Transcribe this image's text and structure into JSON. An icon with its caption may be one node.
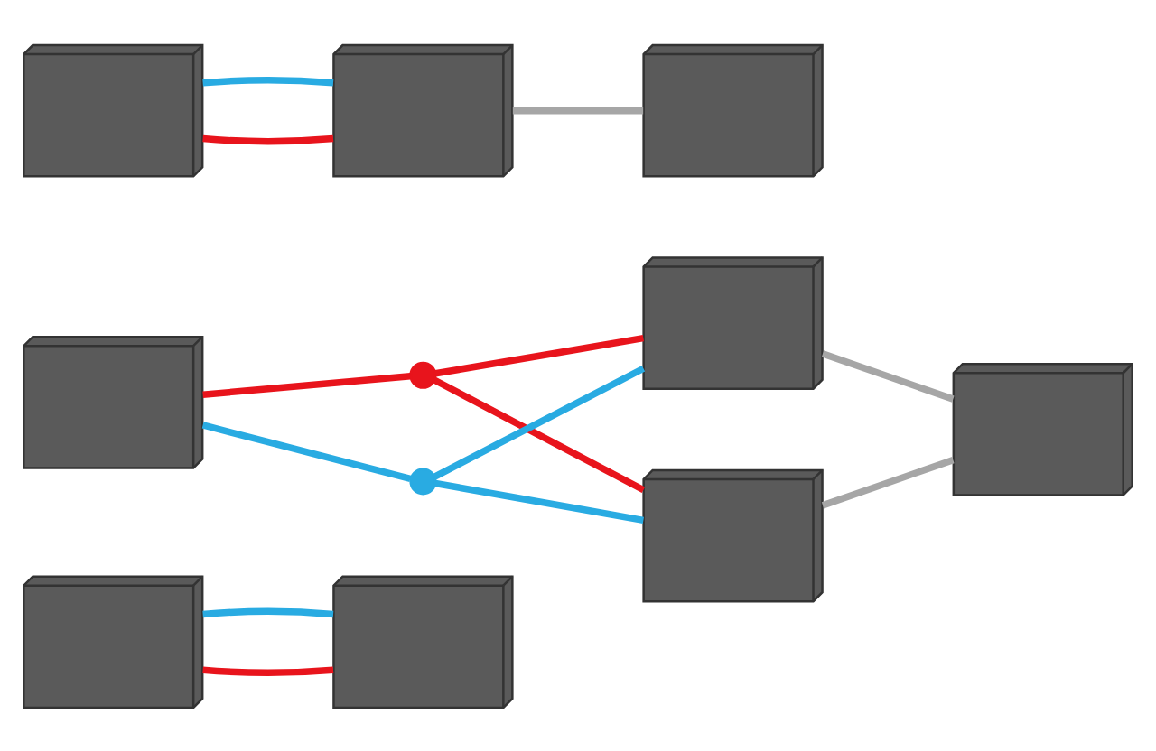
{
  "diagram": {
    "nodes": [
      {
        "text": [],
        "shape": "picture"
      },
      {
        "text": [],
        "shape": "picture"
      },
      {
        "text": [],
        "shape": "picture"
      },
      {
        "text": [],
        "shape": "circle"
      },
      {
        "text": [],
        "shape": "picture"
      },
      {
        "text": [],
        "shape": "picture"
      },
      {
        "text": [],
        "shape": "circle"
      },
      {
        "text": [],
        "shape": "picture"
      },
      {
        "text": [],
        "shape": "picture"
      },
      {
        "text": [],
        "shape": "picture"
      },
      {
        "text": [],
        "shape": "picture"
      }
    ],
    "edges": [
      {
        "from": 0,
        "to": 1,
        "arrow": "none",
        "color": "#e8141c"
      },
      {
        "from": 0,
        "to": 1,
        "arrow": "none",
        "color": "#29abe2"
      },
      {
        "from": 2,
        "to": 3,
        "arrow": "none",
        "color": "#e8141c"
      },
      {
        "from": 3,
        "to": 4,
        "arrow": "none",
        "color": "#e8141c"
      },
      {
        "from": 3,
        "to": 5,
        "arrow": "none",
        "color": "#e8141c"
      },
      {
        "from": 2,
        "to": 6,
        "arrow": "none",
        "color": "#29abe2"
      },
      {
        "from": 6,
        "to": 5,
        "arrow": "none",
        "color": "#29abe2"
      },
      {
        "from": 6,
        "to": 4,
        "arrow": "none",
        "color": "#29abe2"
      },
      {
        "from": 4,
        "to": 7,
        "arrow": "none",
        "color": "#a6a6a6"
      },
      {
        "from": 5,
        "to": 7,
        "arrow": "none",
        "color": "#a6a6a6"
      },
      {
        "from": 8,
        "to": 9,
        "arrow": "none",
        "color": "#e8141c"
      },
      {
        "from": 8,
        "to": 9,
        "arrow": "none",
        "color": "#29abe2"
      },
      {
        "from": 9,
        "to": 10,
        "arrow": "none",
        "color": "#a6a6a6"
      }
    ]
  }
}
